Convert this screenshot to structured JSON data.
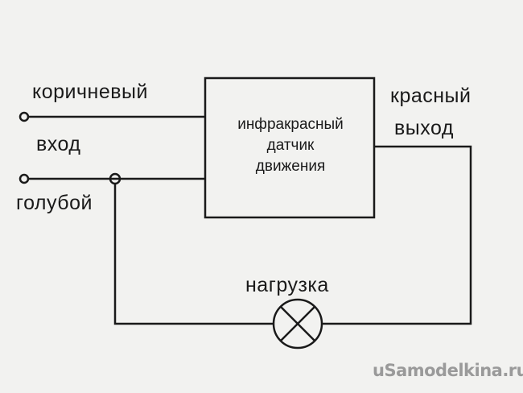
{
  "labels": {
    "brown": "коричневый",
    "input": "вход",
    "blue": "голубой",
    "red": "красный",
    "output": "выход",
    "load": "нагрузка"
  },
  "sensor": {
    "line1": "инфракрасный",
    "line2": "датчик",
    "line3": "движения"
  },
  "watermark": "uSamodelkina.ru"
}
